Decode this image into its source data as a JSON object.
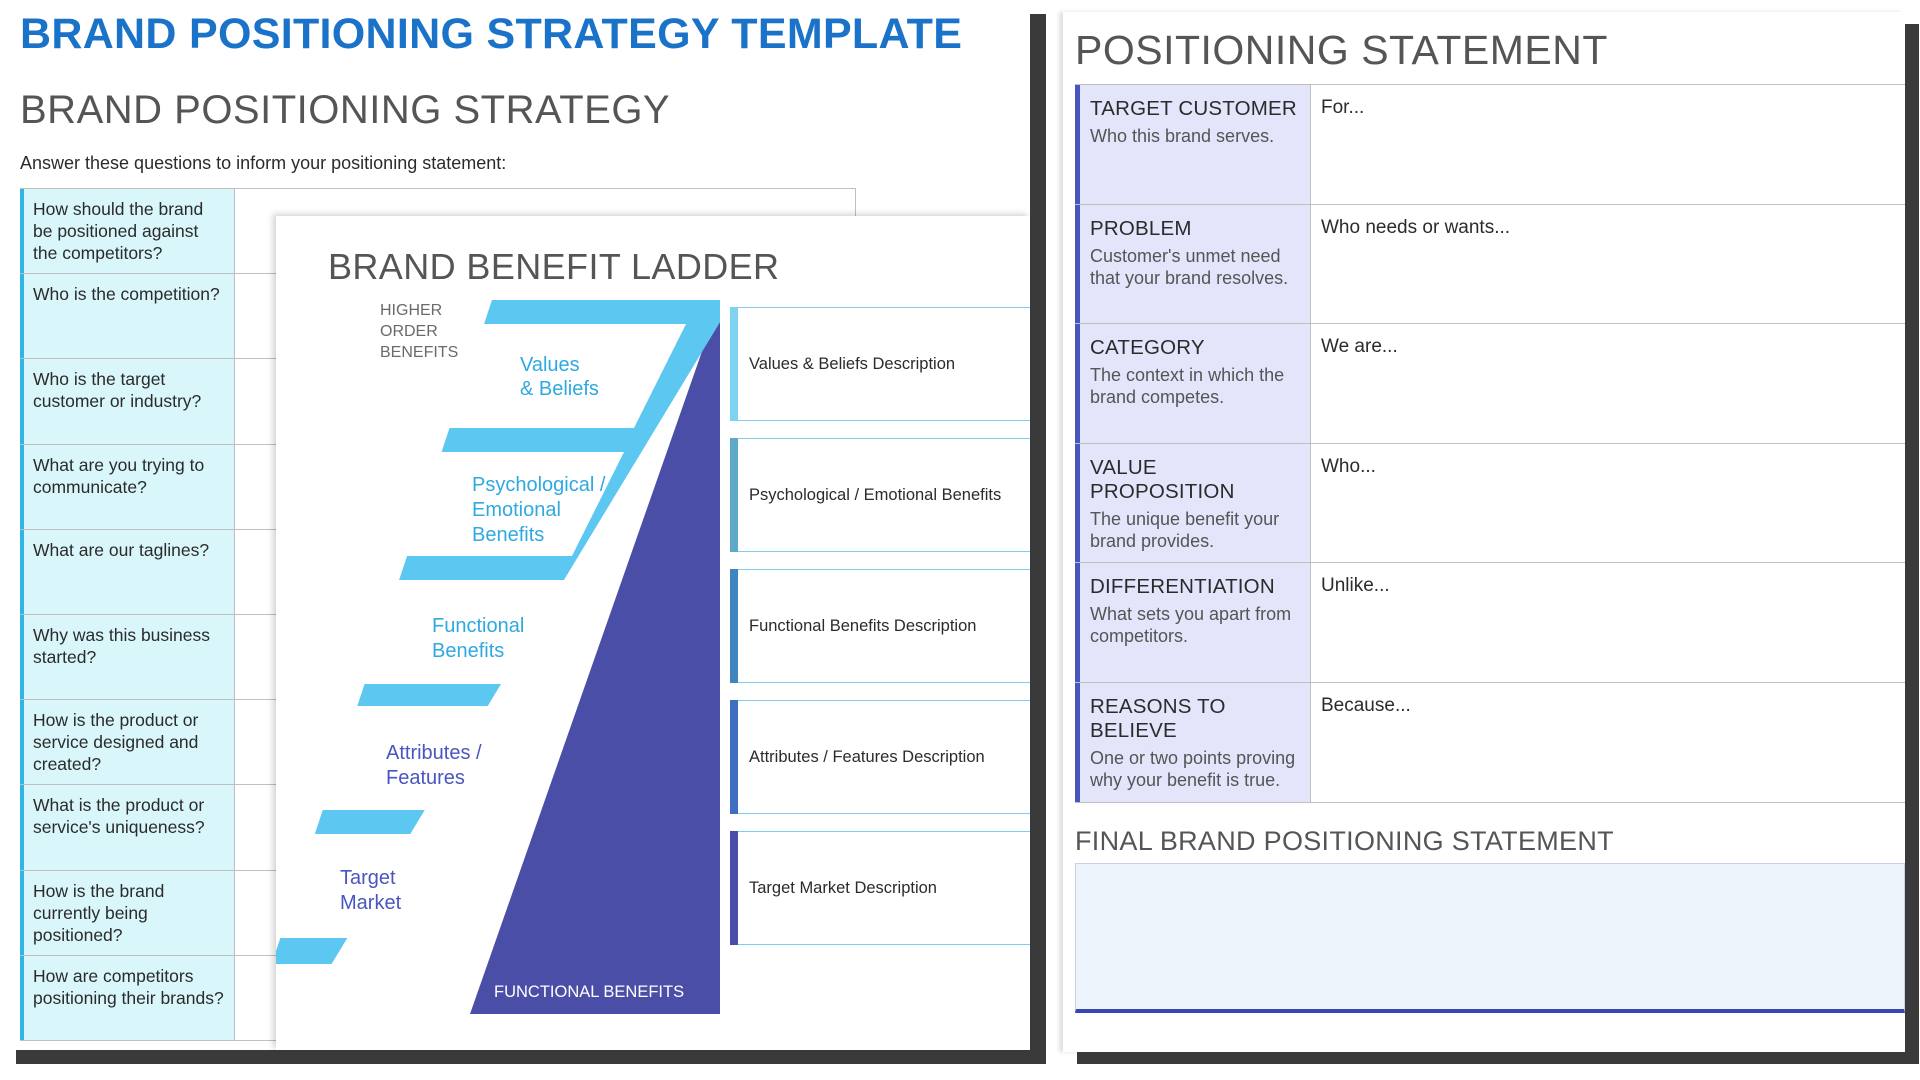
{
  "left_sheet": {
    "main_title": "BRAND POSITIONING STRATEGY TEMPLATE",
    "sub_title": "BRAND POSITIONING STRATEGY",
    "instructions": "Answer these questions to inform your positioning statement:",
    "questions": [
      "How should the brand be positioned against the competitors?",
      "Who is the competition?",
      "Who is the target customer or industry?",
      "What are you trying to communicate?",
      "What are our taglines?",
      "Why was this business started?",
      "How is the product or service designed and created?",
      "What is the product or service's uniqueness?",
      "How is the brand currently being positioned?",
      "How are competitors positioning their brands?"
    ]
  },
  "ladder": {
    "title": "BRAND BENEFIT LADDER",
    "higher_order": "HIGHER ORDER BENEFITS",
    "rungs": [
      {
        "line1": "Values",
        "line2": "& Beliefs",
        "line3": ""
      },
      {
        "line1": "Psychological /",
        "line2": "Emotional",
        "line3": "Benefits"
      },
      {
        "line1": "Functional",
        "line2": "Benefits",
        "line3": ""
      },
      {
        "line1": "Attributes /",
        "line2": "Features",
        "line3": ""
      },
      {
        "line1": "Target",
        "line2": "Market",
        "line3": ""
      }
    ],
    "rail_label": "FUNCTIONAL BENEFITS",
    "descriptions": [
      "Values & Beliefs Description",
      "Psychological / Emotional Benefits",
      "Functional Benefits Description",
      "Attributes / Features Description",
      "Target Market Description"
    ],
    "colors": {
      "light_rail": "#5cc7f0",
      "dark_rail": "#4b4ea6",
      "rung_text": "#2fa9e0",
      "rung_text_dark": "#4a56c0"
    }
  },
  "right_sheet": {
    "title": "POSITIONING STATEMENT",
    "rows": [
      {
        "head": "TARGET CUSTOMER",
        "desc": "Who this brand serves.",
        "value": "For..."
      },
      {
        "head": "PROBLEM",
        "desc": "Customer's unmet need that your brand resolves.",
        "value": "Who needs or wants..."
      },
      {
        "head": "CATEGORY",
        "desc": "The context in which the brand competes.",
        "value": "We are..."
      },
      {
        "head": "VALUE PROPOSITION",
        "desc": "The unique benefit your brand provides.",
        "value": "Who..."
      },
      {
        "head": "DIFFERENTIATION",
        "desc": "What sets you apart from competitors.",
        "value": "Unlike..."
      },
      {
        "head": "REASONS TO BELIEVE",
        "desc": "One or two points proving why your benefit is true.",
        "value": "Because..."
      }
    ],
    "final_title": "FINAL BRAND POSITIONING STATEMENT"
  }
}
